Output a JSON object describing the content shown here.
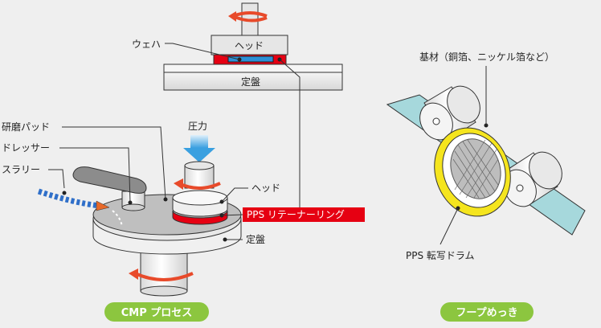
{
  "labels": {
    "wafer": "ウェハ",
    "head_top": "ヘッド",
    "platen_top": "定盤",
    "polishing_pad": "研磨パッド",
    "dresser": "ドレッサー",
    "slurry": "スラリー",
    "pressure": "圧力",
    "head": "ヘッド",
    "retainer_ring": "PPS リテーナーリング",
    "platen": "定盤",
    "substrate": "基材（銅箔、ニッケル箔など）",
    "drum": "PPS 転写ドラム"
  },
  "badges": {
    "cmp": "CMP プロセス",
    "hoop": "フープめっき"
  },
  "colors": {
    "badge_green": "#8cc63f",
    "pps_red": "#e60012",
    "drum_yellow": "#f5e51e",
    "wafer_blue": "#2c8fd6",
    "foil_teal": "#a6d8dc",
    "pressure_blue": "#3aa0e0",
    "slurry_blue": "#2f6fc9",
    "rotate_arrow": "#e84a2a"
  },
  "icons": {
    "rotation": "rotation-arrow-icon",
    "pressure": "down-arrow-icon"
  }
}
